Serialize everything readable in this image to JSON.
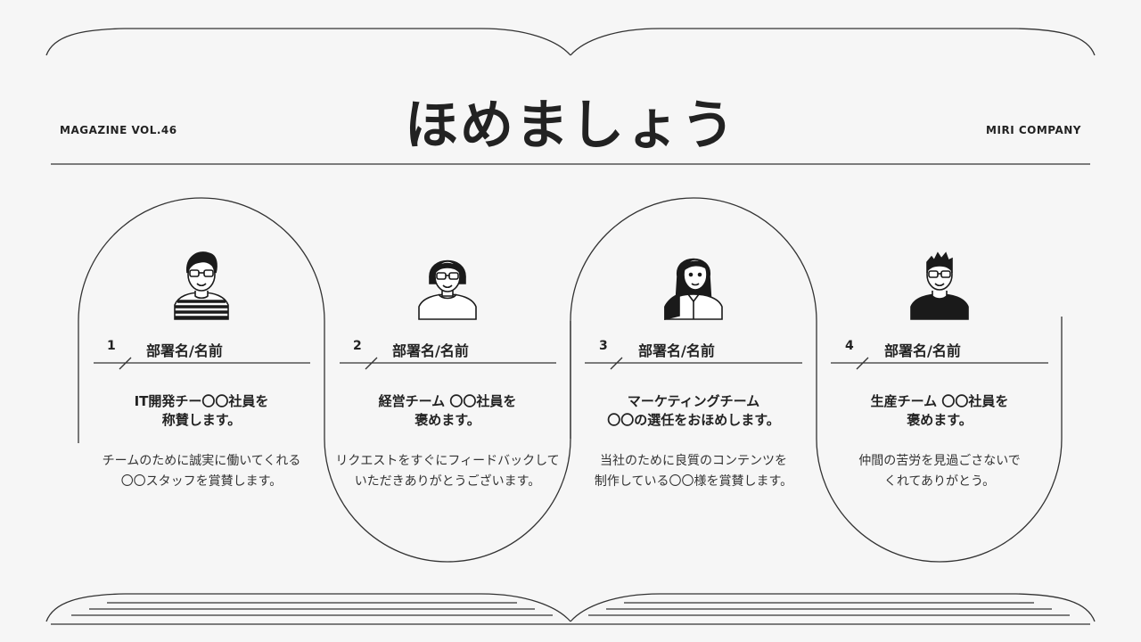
{
  "header": {
    "magazine": "MAGAZINE VOL.46",
    "title": "ほめましょう",
    "company": "MIRI COMPANY"
  },
  "cards": [
    {
      "num": "1",
      "name": "部署名/名前",
      "role_line1": "IT開発チー〇〇社員を",
      "role_line2": "称賛します。",
      "msg_line1": "チームのために誠実に働いてくれる",
      "msg_line2": "〇〇スタッフを賞賛します。",
      "avatar": "man-glasses-striped-shirt-icon"
    },
    {
      "num": "2",
      "name": "部署名/名前",
      "role_line1": "経営チーム 〇〇社員を",
      "role_line2": "褒めます。",
      "msg_line1": "リクエストをすぐにフィードバックして",
      "msg_line2": "いただきありがとうございます。",
      "avatar": "woman-glasses-bob-icon"
    },
    {
      "num": "3",
      "name": "部署名/名前",
      "role_line1": "マーケティングチーム",
      "role_line2": "〇〇の選任をおほめします。",
      "msg_line1": "当社のために良質のコンテンツを",
      "msg_line2": "制作している〇〇様を賞賛します。",
      "avatar": "woman-long-hair-icon"
    },
    {
      "num": "4",
      "name": "部署名/名前",
      "role_line1": "生産チーム 〇〇社員を",
      "role_line2": "褒めます。",
      "msg_line1": "仲間の苦労を見過ごさないで",
      "msg_line2": "くれてありがとう。",
      "avatar": "man-glasses-spiky-hair-icon"
    }
  ]
}
